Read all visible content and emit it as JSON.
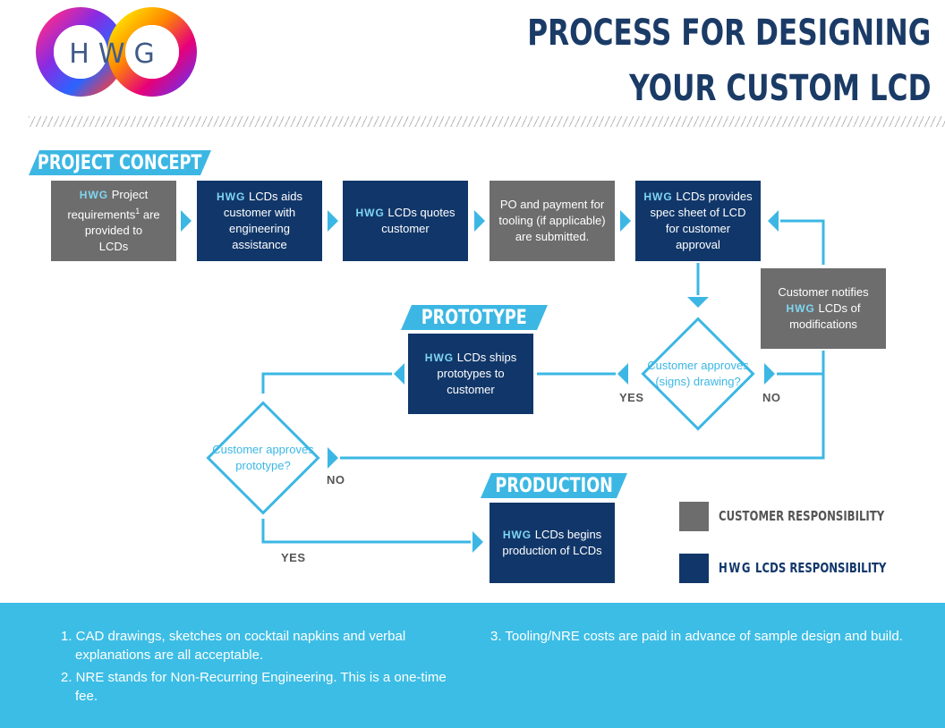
{
  "logo": {
    "text": "HWG"
  },
  "title": {
    "line1": "PROCESS FOR DESIGNING",
    "line2": "YOUR CUSTOM LCD"
  },
  "sections": {
    "concept": "PROJECT CONCEPT",
    "prototype": "PROTOTYPE",
    "production": "PRODUCTION"
  },
  "hwg": "HWG",
  "steps": {
    "s1": {
      "prefix": "HWG",
      "a": " Project requirements",
      "sup": "1",
      "b": " are provided to ",
      "c": "LCDs"
    },
    "s2": {
      "prefix": "HWG",
      "text": " LCDs aids customer with engineering assistance"
    },
    "s3": {
      "prefix": "HWG",
      "text": " LCDs quotes customer"
    },
    "s4": {
      "text": "PO and payment for tooling (if applicable) are submitted."
    },
    "s5": {
      "prefix": "HWG",
      "text": " LCDs provides spec sheet of LCD for customer approval"
    },
    "notify": {
      "a": "Customer notifies ",
      "prefix": "HWG",
      "b": " LCDs of modifications"
    },
    "ships": {
      "prefix": "HWG",
      "text": " LCDs ships prototypes to customer"
    },
    "production": {
      "prefix": "HWG",
      "text": "  LCDs begins production of LCDs"
    }
  },
  "decisions": {
    "drawing": "Customer approves (signs) drawing?",
    "prototype": "Customer approves prototype?"
  },
  "labels": {
    "yes1": "YES",
    "no1": "NO",
    "no2": "NO",
    "yes2": "YES"
  },
  "legend": {
    "customer": "CUSTOMER RESPONSIBILITY",
    "hwg_suffix": " LCDS RESPONSIBILITY"
  },
  "footnotes": {
    "n1": "1. CAD drawings, sketches on cocktail napkins and verbal explanations are all acceptable.",
    "n2": "2. NRE stands for Non-Recurring Engineering. This is a one-time fee.",
    "n3": "3. Tooling/NRE costs are paid in advance of sample design and build."
  },
  "colors": {
    "navy": "#11376a",
    "gray": "#6d6d6d",
    "accent": "#3cb7e4"
  }
}
